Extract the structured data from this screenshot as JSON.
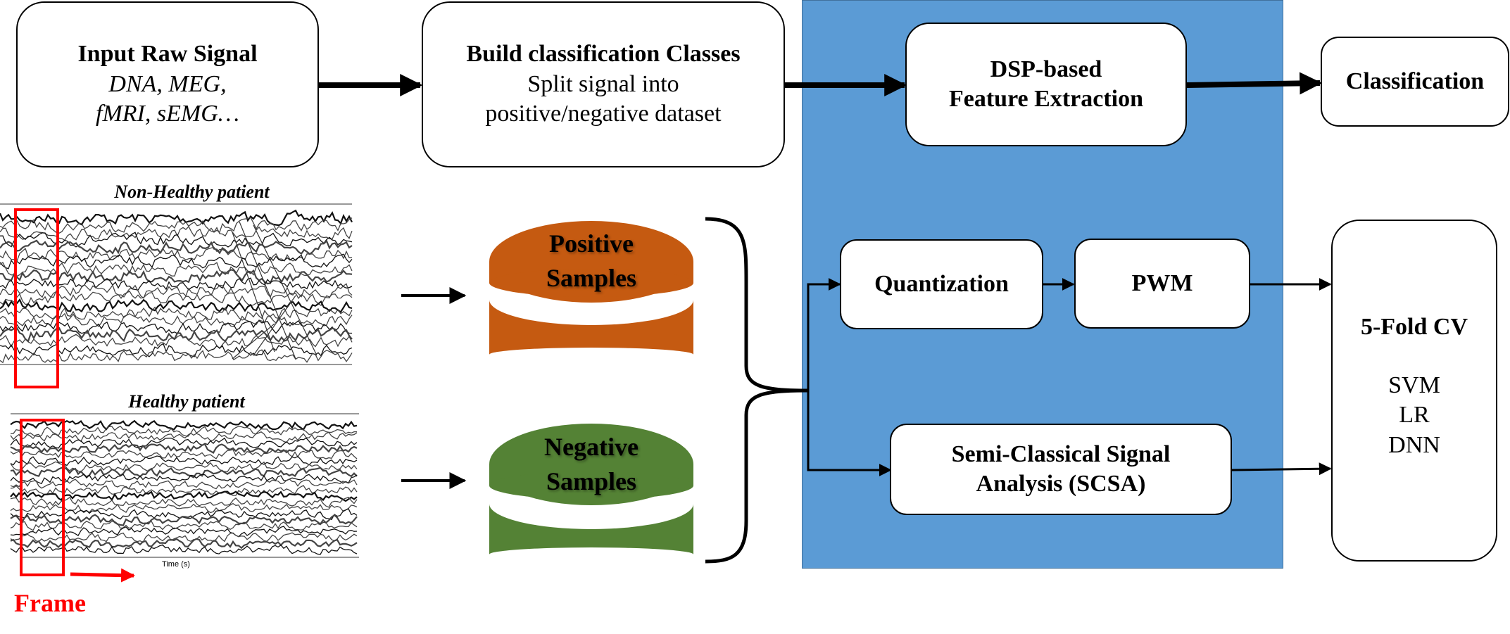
{
  "colors": {
    "panel_blue": "#5b9bd5",
    "positive": "#c55a11",
    "negative": "#548235",
    "frame_red": "#ff0000"
  },
  "input": {
    "title": "Input Raw Signal",
    "line1": "DNA, MEG,",
    "line2": "fMRI, sEMG…"
  },
  "build": {
    "title": "Build classification Classes",
    "line1": "Split signal into",
    "line2": "positive/negative dataset"
  },
  "dsp": {
    "line1": "DSP-based",
    "line2": "Feature Extraction"
  },
  "classification": {
    "label": "Classification"
  },
  "quantization": {
    "label": "Quantization"
  },
  "pwm": {
    "label": "PWM"
  },
  "scsa": {
    "line1": "Semi-Classical Signal",
    "line2": "Analysis (SCSA)"
  },
  "cv": {
    "title": "5-Fold CV",
    "methods": [
      "SVM",
      "LR",
      "DNN"
    ]
  },
  "positive_db": {
    "line1": "Positive",
    "line2": "Samples"
  },
  "negative_db": {
    "line1": "Negative",
    "line2": "Samples"
  },
  "eeg": {
    "nonhealthy_title": "Non-Healthy patient",
    "healthy_title": "Healthy patient",
    "time_label": "Time (s)"
  },
  "frame": {
    "label": "Frame"
  }
}
